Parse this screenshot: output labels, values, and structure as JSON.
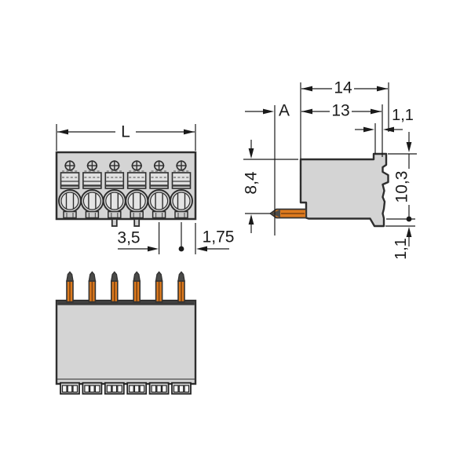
{
  "front_view": {
    "pole_count": 6,
    "dim_length_label": "L",
    "dim_pitch_label": "3,5",
    "dim_edge_offset_label": "1,75"
  },
  "side_view": {
    "section_label": "A",
    "dim_depth_total_label": "14",
    "dim_depth_to_pin_label": "13",
    "dim_latch_width_label": "1,1",
    "dim_height_to_pin_label": "8,4",
    "dim_height_total_label": "10,3",
    "dim_foot_height_label": "1,1"
  },
  "bottom_view": {
    "pin_count": 6
  },
  "colors": {
    "background": "#ffffff",
    "body_fill": "#d4d4d4",
    "body_outline": "#2e2e2e",
    "detail_fill": "#e0e0e0",
    "pin_orange": "#dd7a1e",
    "pin_tip_dark": "#4b4b49",
    "dimension_ink": "#1a1a1a"
  }
}
